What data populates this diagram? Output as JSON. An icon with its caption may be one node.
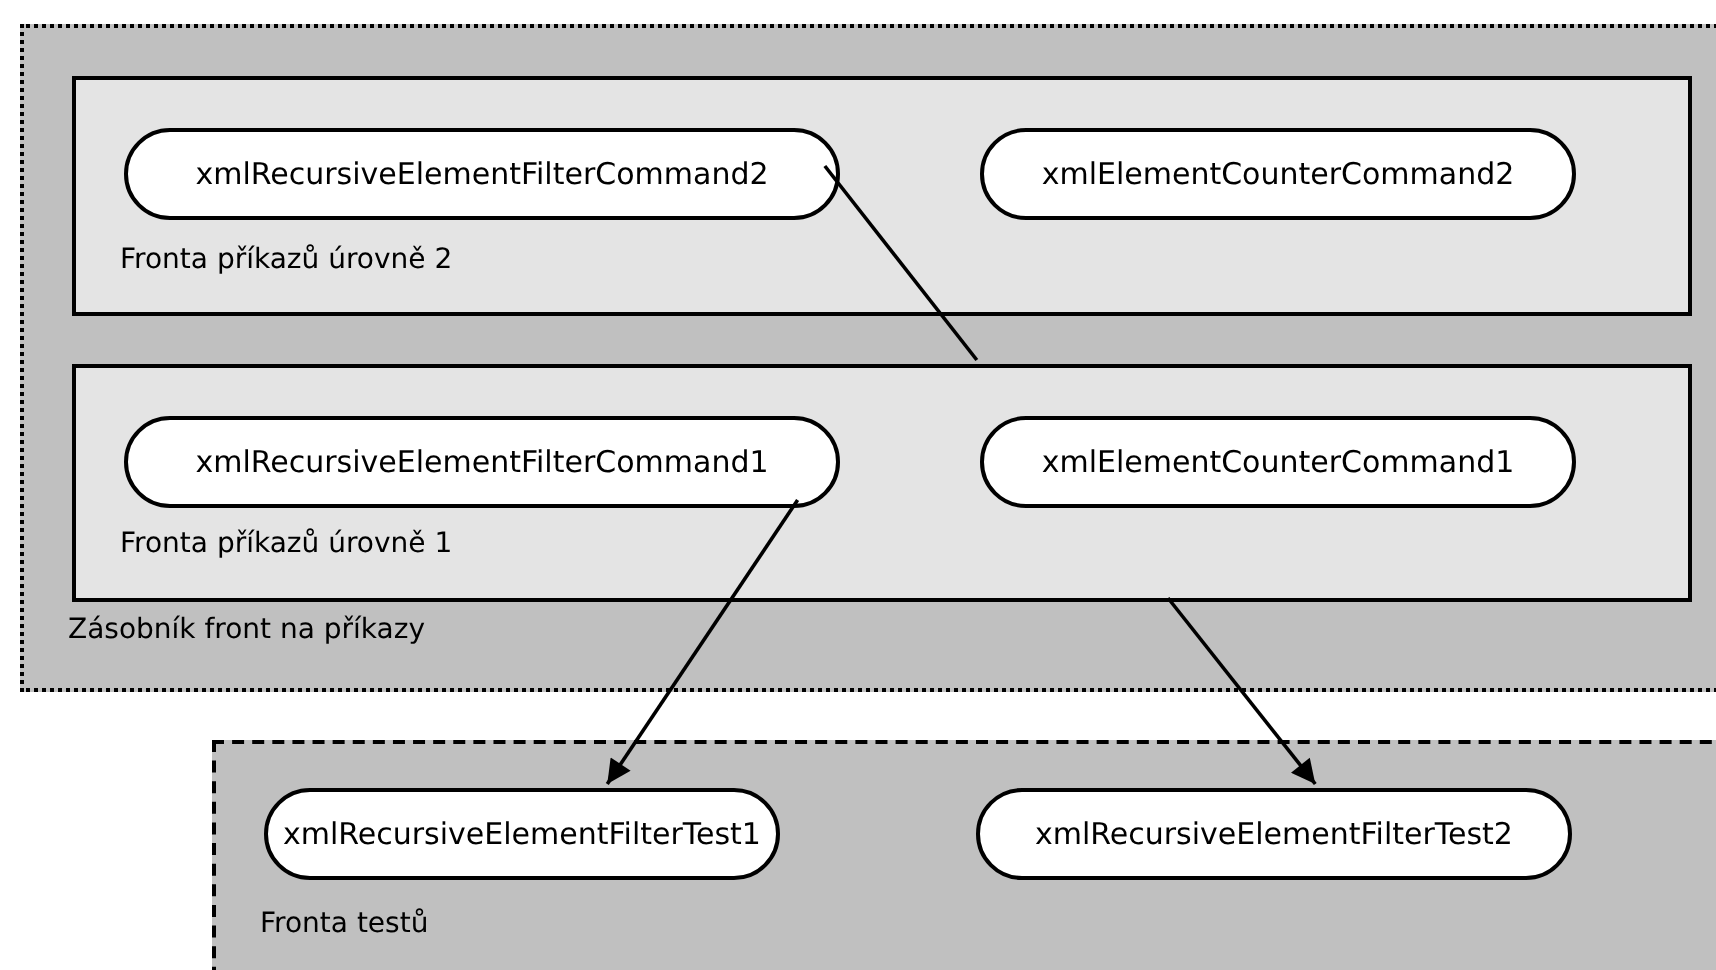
{
  "diagram": {
    "nodes": [
      {
        "text": [
          "Zásobník front na příkazy"
        ]
      },
      {
        "text": [
          "Fronta příkazů úrovně 2"
        ],
        "in": 0
      },
      {
        "text": [
          "xmlRecursiveElementFilterCommand2"
        ],
        "in": 1
      },
      {
        "text": [
          "xmlElementCounterCommand2"
        ],
        "in": 1
      },
      {
        "text": [
          "Fronta příkazů úrovně 1"
        ],
        "in": 0
      },
      {
        "text": [
          "xmlRecursiveElementFilterCommand1"
        ],
        "in": 4
      },
      {
        "text": [
          "xmlElementCounterCommand1"
        ],
        "in": 4
      },
      {
        "text": [
          "Fronta testů"
        ]
      },
      {
        "text": [
          "xmlRecursiveElementFilterTest1"
        ],
        "in": 7
      },
      {
        "text": [
          "xmlRecursiveElementFilterTest2"
        ],
        "in": 7
      }
    ],
    "edges": [
      {
        "from": 2,
        "to": 4,
        "arrow": "none"
      },
      {
        "from": 5,
        "to": 8,
        "arrow": "to"
      },
      {
        "from": 4,
        "to": 9,
        "arrow": "to"
      }
    ]
  }
}
